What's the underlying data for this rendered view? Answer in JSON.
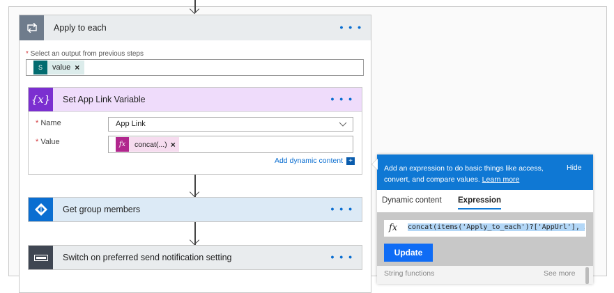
{
  "apply_to_each": {
    "title": "Apply to each",
    "more": "• • •",
    "select_label": "Select an output from previous steps",
    "token": {
      "label": "value",
      "remove": "×"
    }
  },
  "set_variable": {
    "title": "Set App Link Variable",
    "more": "• • •",
    "name_label": "Name",
    "name_value": "App Link",
    "value_label": "Value",
    "value_token": {
      "label": "concat(...)",
      "remove": "×"
    },
    "add_dynamic": "Add dynamic content"
  },
  "get_group": {
    "title": "Get group members",
    "more": "• • •"
  },
  "switch": {
    "title": "Switch on preferred send notification setting",
    "more": "• • •"
  },
  "expression_panel": {
    "info": "Add an expression to do basic things like access, convert, and compare values.",
    "learn_more": "Learn more",
    "hide": "Hide",
    "tabs": [
      {
        "label": "Dynamic content",
        "active": false
      },
      {
        "label": "Expression",
        "active": true
      }
    ],
    "fx": "fx",
    "expression": "concat(items('Apply_to_each')?['AppUrl'], if",
    "update": "Update",
    "section": "String functions",
    "see_more": "See more"
  },
  "colors": {
    "accent": "#0a6ed1",
    "blue_header": "#0f78d4",
    "variable": "#7b2fd0",
    "variable_bg": "#efdcfb",
    "azure_ad": "#0a6ed1",
    "group_bg": "#dceaf6",
    "switch": "#3f4652",
    "loop": "#6f7c8c",
    "sharepoint": "#036c70",
    "expression_token": "#b1268d"
  }
}
